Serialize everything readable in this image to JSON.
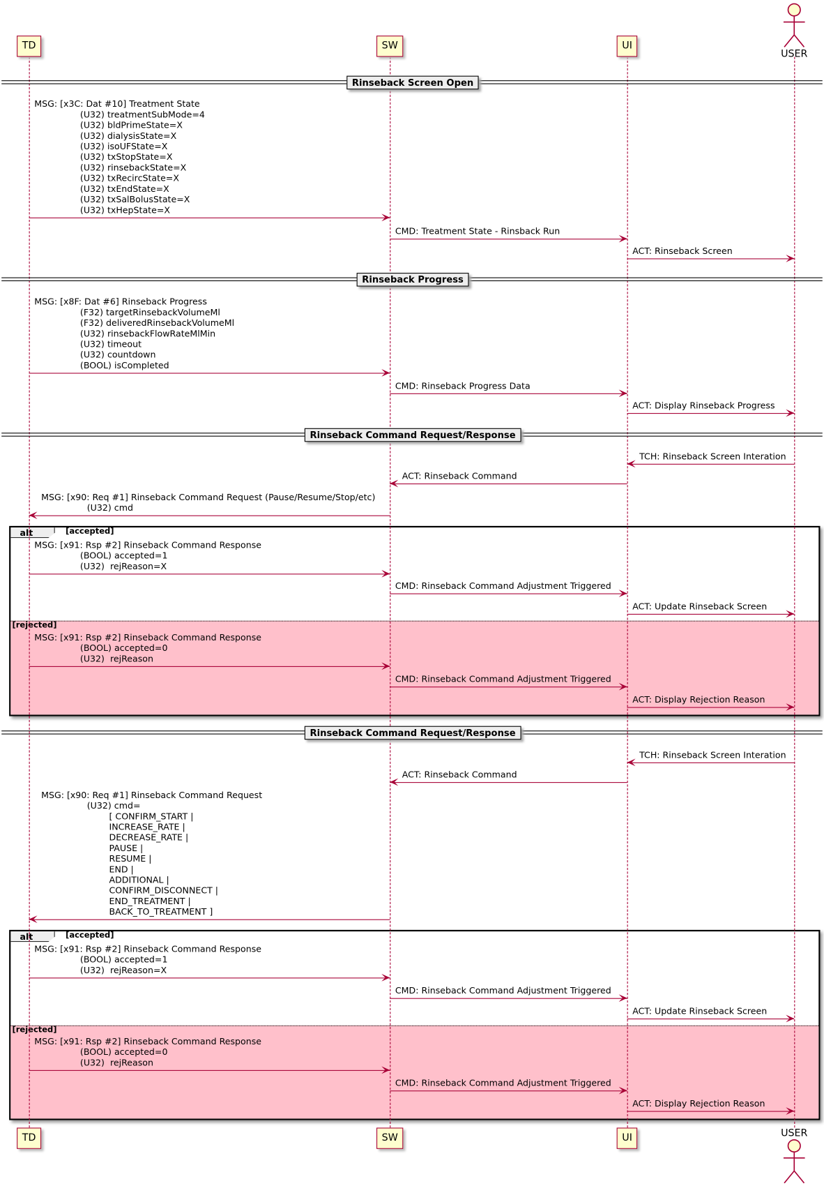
{
  "participants": [
    {
      "id": "TD",
      "label": "TD",
      "kind": "participant"
    },
    {
      "id": "SW",
      "label": "SW",
      "kind": "participant"
    },
    {
      "id": "UI",
      "label": "UI",
      "kind": "participant"
    },
    {
      "id": "USER",
      "label": "USER",
      "kind": "actor"
    }
  ],
  "colors": {
    "line": "#a80036",
    "participant_fill": "#fefece",
    "rejected_fill": "#ffc0cb",
    "divider_fill": "#eeeeee"
  },
  "dividers": [
    "Rinseback Screen Open",
    "Rinseback Progress",
    "Rinseback Command Request/Response",
    "Rinseback Command Request/Response"
  ],
  "alt_groups": [
    {
      "keyword": "alt",
      "guard_accepted": "[accepted]",
      "guard_rejected": "[rejected]"
    },
    {
      "keyword": "alt",
      "guard_accepted": "[accepted]",
      "guard_rejected": "[rejected]"
    }
  ],
  "messages": [
    {
      "from": "TD",
      "to": "SW",
      "lines": [
        "MSG: [x3C: Dat #10] Treatment State",
        "(U32) treatmentSubMode=4",
        "(U32) bldPrimeState=X",
        "(U32) dialysisState=X",
        "(U32) isoUFState=X",
        "(U32) txStopState=X",
        "(U32) rinsebackState=X",
        "(U32) txRecircState=X",
        "(U32) txEndState=X",
        "(U32) txSalBolusState=X",
        "(U32) txHepState=X"
      ]
    },
    {
      "from": "SW",
      "to": "UI",
      "lines": [
        "CMD: Treatment State - Rinsback Run"
      ]
    },
    {
      "from": "UI",
      "to": "USER",
      "lines": [
        "ACT: Rinseback Screen"
      ]
    },
    {
      "from": "TD",
      "to": "SW",
      "lines": [
        "MSG: [x8F: Dat #6] Rinseback Progress",
        "(F32) targetRinsebackVolumeMl",
        "(F32) deliveredRinsebackVolumeMl",
        "(U32) rinsebackFlowRateMlMin",
        "(U32) timeout",
        "(U32) countdown",
        "(BOOL) isCompleted"
      ]
    },
    {
      "from": "SW",
      "to": "UI",
      "lines": [
        "CMD: Rinseback Progress Data"
      ]
    },
    {
      "from": "UI",
      "to": "USER",
      "lines": [
        "ACT: Display Rinseback Progress"
      ]
    },
    {
      "from": "USER",
      "to": "UI",
      "lines": [
        "TCH: Rinseback Screen Interation"
      ]
    },
    {
      "from": "UI",
      "to": "SW",
      "lines": [
        "ACT: Rinseback Command"
      ]
    },
    {
      "from": "SW",
      "to": "TD",
      "lines": [
        "MSG: [x90: Req #1] Rinseback Command Request (Pause/Resume/Stop/etc)",
        "(U32) cmd"
      ]
    },
    {
      "from": "TD",
      "to": "SW",
      "lines": [
        "MSG: [x91: Rsp #2] Rinseback Command Response",
        "(BOOL) accepted=1",
        "(U32)  rejReason=X"
      ]
    },
    {
      "from": "SW",
      "to": "UI",
      "lines": [
        "CMD: Rinseback Command Adjustment Triggered"
      ]
    },
    {
      "from": "UI",
      "to": "USER",
      "lines": [
        "ACT: Update Rinseback Screen"
      ]
    },
    {
      "from": "TD",
      "to": "SW",
      "lines": [
        "MSG: [x91: Rsp #2] Rinseback Command Response",
        "(BOOL) accepted=0",
        "(U32)  rejReason"
      ]
    },
    {
      "from": "SW",
      "to": "UI",
      "lines": [
        "CMD: Rinseback Command Adjustment Triggered"
      ]
    },
    {
      "from": "UI",
      "to": "USER",
      "lines": [
        "ACT: Display Rejection Reason"
      ]
    },
    {
      "from": "USER",
      "to": "UI",
      "lines": [
        "TCH: Rinseback Screen Interation"
      ]
    },
    {
      "from": "UI",
      "to": "SW",
      "lines": [
        "ACT: Rinseback Command"
      ]
    },
    {
      "from": "SW",
      "to": "TD",
      "lines": [
        "MSG: [x90: Req #1] Rinseback Command Request",
        "(U32) cmd=",
        "[ CONFIRM_START |",
        "INCREASE_RATE |",
        "DECREASE_RATE |",
        "PAUSE |",
        "RESUME |",
        "END |",
        "ADDITIONAL |",
        "CONFIRM_DISCONNECT |",
        "END_TREATMENT |",
        "BACK_TO_TREATMENT ]"
      ]
    },
    {
      "from": "TD",
      "to": "SW",
      "lines": [
        "MSG: [x91: Rsp #2] Rinseback Command Response",
        "(BOOL) accepted=1",
        "(U32)  rejReason=X"
      ]
    },
    {
      "from": "SW",
      "to": "UI",
      "lines": [
        "CMD: Rinseback Command Adjustment Triggered"
      ]
    },
    {
      "from": "UI",
      "to": "USER",
      "lines": [
        "ACT: Update Rinseback Screen"
      ]
    },
    {
      "from": "TD",
      "to": "SW",
      "lines": [
        "MSG: [x91: Rsp #2] Rinseback Command Response",
        "(BOOL) accepted=0",
        "(U32)  rejReason"
      ]
    },
    {
      "from": "SW",
      "to": "UI",
      "lines": [
        "CMD: Rinseback Command Adjustment Triggered"
      ]
    },
    {
      "from": "UI",
      "to": "USER",
      "lines": [
        "ACT: Display Rejection Reason"
      ]
    }
  ]
}
